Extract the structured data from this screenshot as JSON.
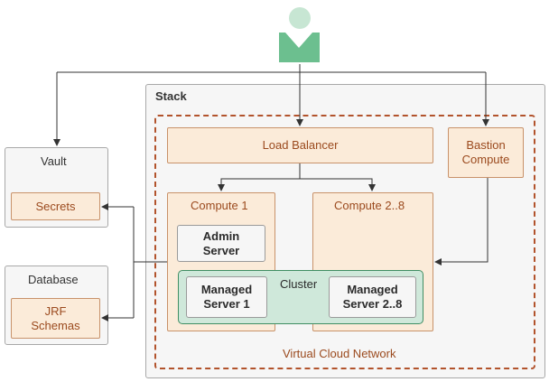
{
  "stack": {
    "title": "Stack"
  },
  "vault": {
    "title": "Vault",
    "secrets": "Secrets"
  },
  "database": {
    "title": "Database",
    "jrf_line1": "JRF",
    "jrf_line2": "Schemas"
  },
  "load_balancer": {
    "label": "Load Balancer"
  },
  "bastion": {
    "line1": "Bastion",
    "line2": "Compute"
  },
  "compute1": {
    "title": "Compute 1"
  },
  "compute28": {
    "title": "Compute 2..8"
  },
  "admin_server": {
    "line1": "Admin",
    "line2": "Server"
  },
  "cluster": {
    "title": "Cluster"
  },
  "managed1": {
    "line1": "Managed",
    "line2": "Server 1"
  },
  "managed28": {
    "line1": "Managed",
    "line2": "Server 2..8"
  },
  "vcn": {
    "label": "Virtual Cloud Network"
  },
  "colors": {
    "user": "#6cbf8f",
    "user_head": "#c7e6d3",
    "vcn_border": "#b2532c",
    "peach_fill": "#fbebd9",
    "cluster_fill": "#cfe8da"
  }
}
